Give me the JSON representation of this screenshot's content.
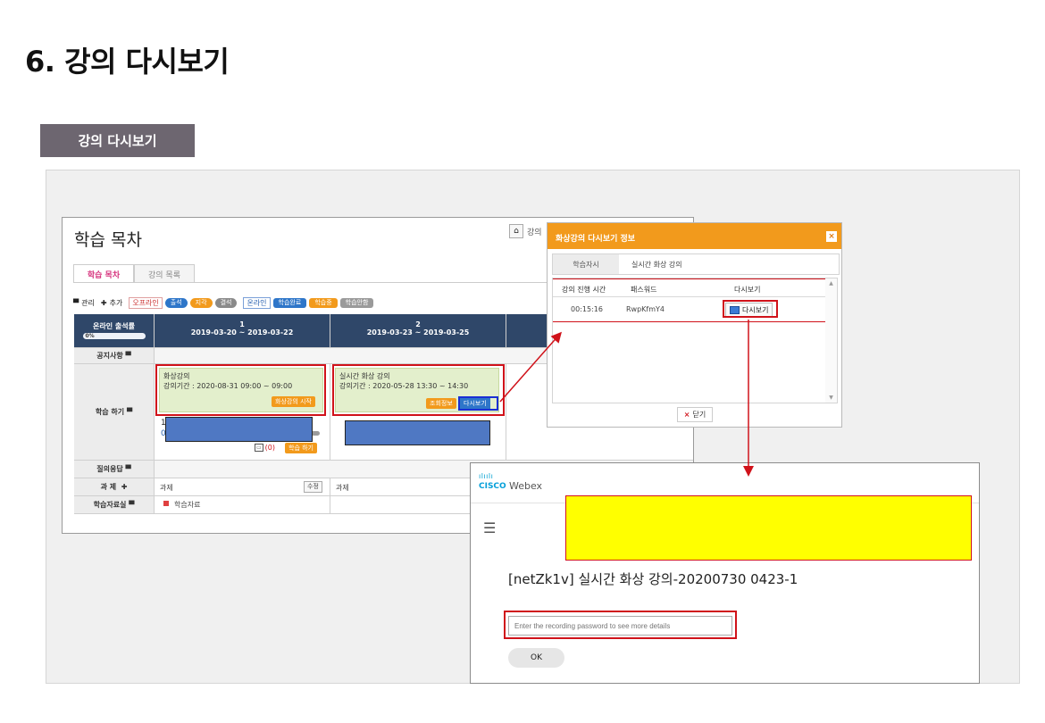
{
  "page": {
    "heading": "6. 강의 다시보기",
    "section_tab": "강의 다시보기"
  },
  "colors": {
    "annotation_red": "#d0121a",
    "annotation_blue": "#1a2fd4",
    "header_navy": "#2f4769",
    "orange": "#f29a1c",
    "yellow_mask": "#ffff00",
    "blue_mask": "#4f78c3"
  },
  "lms": {
    "title": "학습 목차",
    "home_icon": "home-icon",
    "breadcrumb_partial": "강의",
    "tabs": [
      "학습 목차",
      "강의 목록"
    ],
    "toolbar": {
      "manage": "관리",
      "add": "추가",
      "offline_label": "오프라인",
      "offline_states": [
        "출석",
        "지각",
        "결석"
      ],
      "online_label": "온라인",
      "online_states": [
        "학습완료",
        "학습중",
        "학습안함"
      ]
    },
    "grid": {
      "corner_label": "온라인 출석률",
      "corner_rate": "0%",
      "weeks": [
        {
          "number": "1",
          "range": "2019-03-20 ~ 2019-03-22"
        },
        {
          "number": "2",
          "range": "2019-03-23 ~ 2019-03-25"
        }
      ],
      "rows": [
        "공지사항",
        "학습 하기",
        "질의응답",
        "과 제",
        "학습자료실"
      ],
      "week1_live": {
        "line1": "화상강의",
        "line2": "강의기간 : 2020-08-31 09:00 ~ 09:00",
        "button": "화상강의 시작"
      },
      "week2_live": {
        "line1": "실시간 화상 강의",
        "line2": "강의기간 : 2020-05-28 13:30 ~ 14:30",
        "button_info": "조회정보",
        "button_replay": "다시보기"
      },
      "week1_item_partial": "1",
      "week1_item_partial2": "0",
      "week1_count": "(0)",
      "week1_study_button": "학습 하기",
      "assignment_label": "과제",
      "assignment_edit": "수정",
      "materials_label": "학습자료"
    }
  },
  "replay_dialog": {
    "title": "화상강의 다시보기 정보",
    "close": "×",
    "subject_label": "학습자시",
    "subject_value": "실시간 화상 강의",
    "columns": [
      "강의 진행 시간",
      "패스워드",
      "다시보기"
    ],
    "rows": [
      {
        "duration": "00:15:16",
        "password": "RwpKfmY4",
        "action": "다시보기"
      }
    ],
    "close_button": "닫기"
  },
  "webex": {
    "brand_cisco": "CISCO",
    "brand_webex": "Webex",
    "recording_title": "[netZk1v] 실시간 화상 강의-20200730 0423-1",
    "password_placeholder": "Enter the recording password to see more details",
    "ok_button": "OK"
  }
}
